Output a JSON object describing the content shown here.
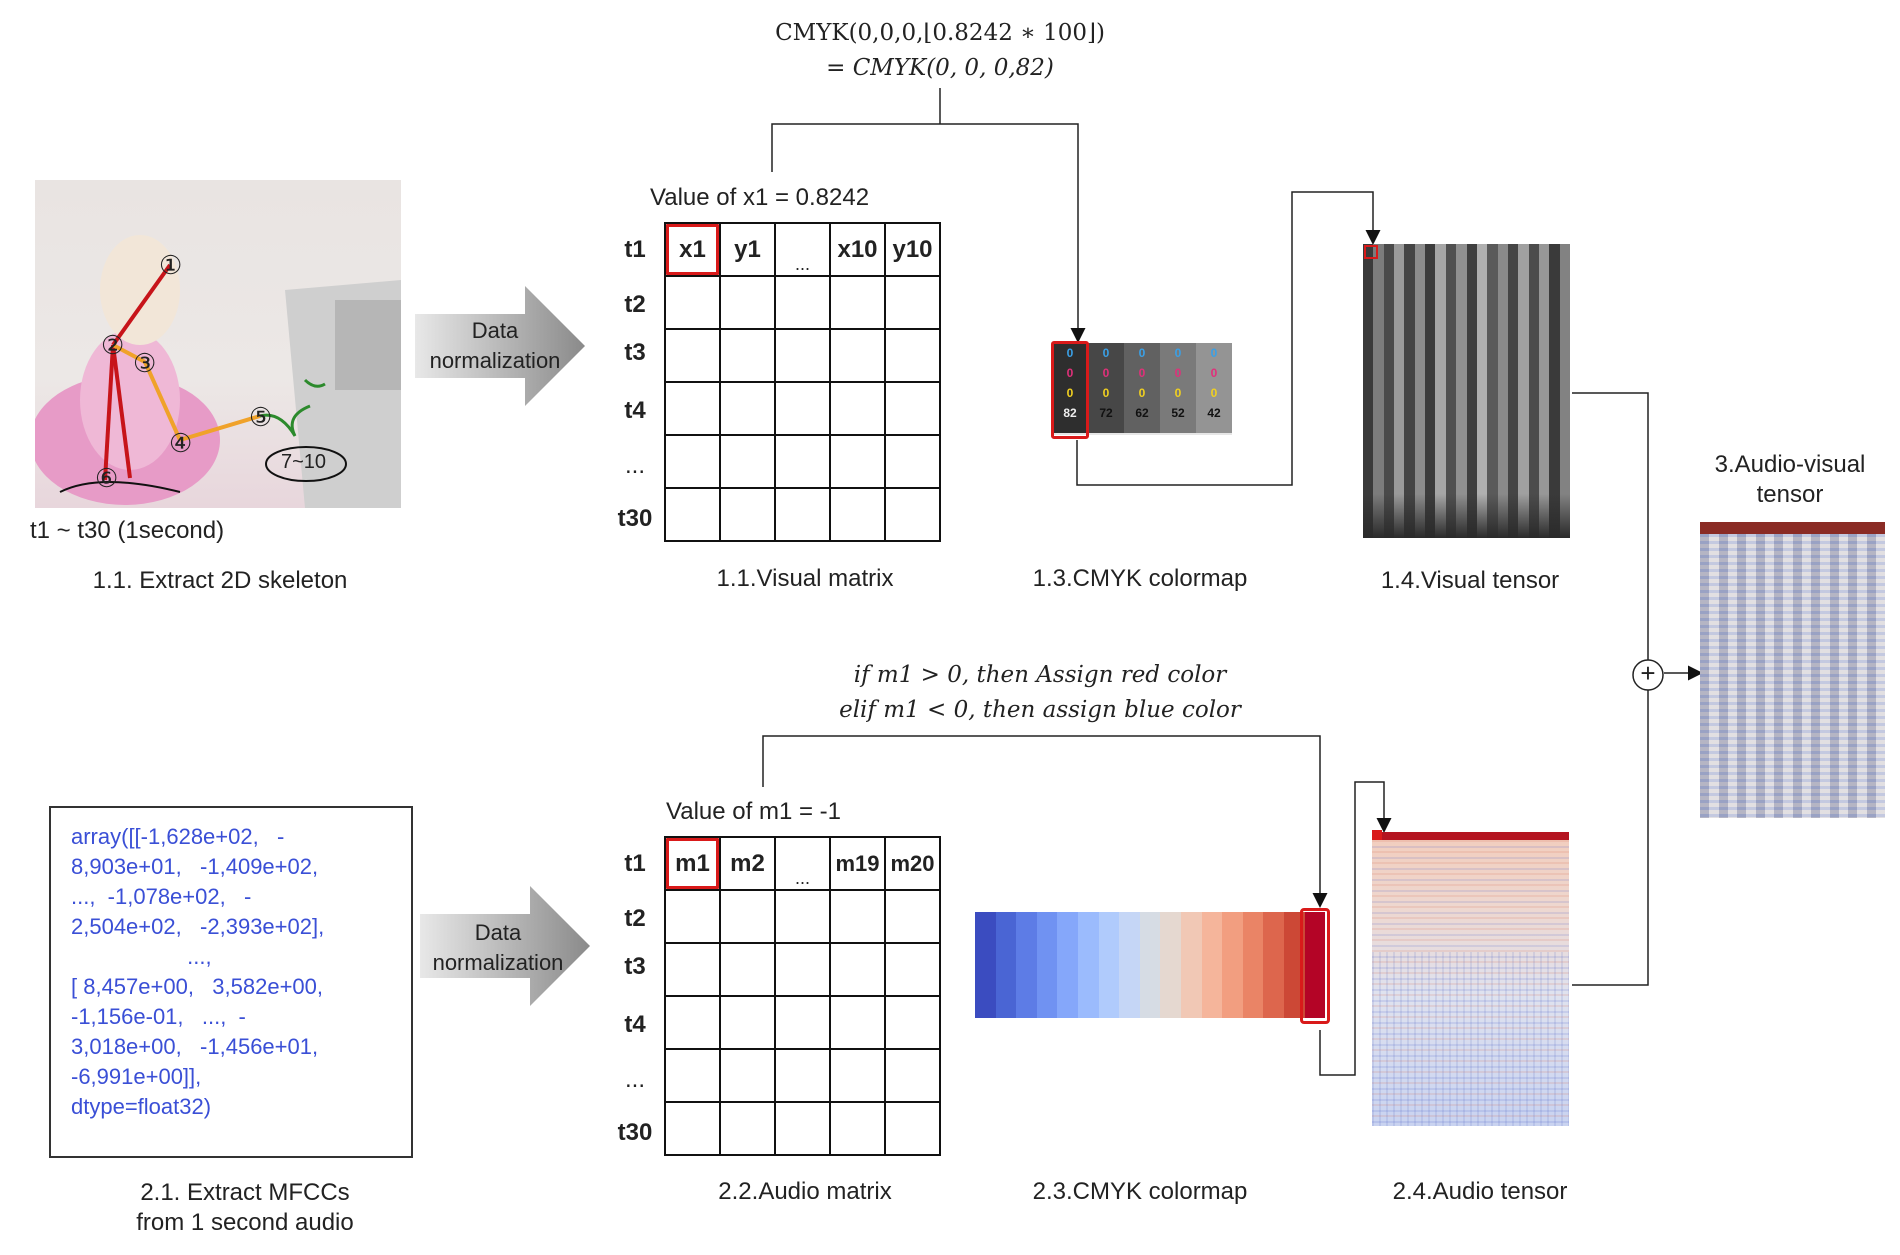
{
  "formula_top": {
    "line1": "CMYK(0,0,0,⌊0.8242 ∗ 100⌋)",
    "line2": "= CMYK(0, 0, 0,82)"
  },
  "formula_bottom": {
    "line1": "if m1 > 0, then Assign red color",
    "line2": "elif m1 < 0, then assign blue color"
  },
  "skeleton": {
    "caption": "1.1. Extract 2D skeleton",
    "time_label": "t1 ~ t30 (1second)",
    "joints": [
      "①",
      "②",
      "③",
      "④",
      "⑤",
      "⑥"
    ],
    "joint_range": "7~10"
  },
  "arrows": {
    "top_text_l1": "Data",
    "top_text_l2": "normalization",
    "bottom_text_l1": "Data",
    "bottom_text_l2": "normalization"
  },
  "visual_matrix": {
    "value_label": "Value of x1 = 0.8242",
    "caption": "1.1.Visual matrix",
    "rows": [
      "t1",
      "t2",
      "t3",
      "t4",
      "...",
      "t30"
    ],
    "headers": [
      "x1",
      "y1",
      "...",
      "x10",
      "y10"
    ]
  },
  "cmyk_top": {
    "caption": "1.3.CMYK  colormap",
    "swatches": [
      {
        "c": "0",
        "m": "0",
        "y": "0",
        "k": "82",
        "color": "#2e2e2e"
      },
      {
        "c": "0",
        "m": "0",
        "y": "0",
        "k": "72",
        "color": "#474747"
      },
      {
        "c": "0",
        "m": "0",
        "y": "0",
        "k": "62",
        "color": "#616161"
      },
      {
        "c": "0",
        "m": "0",
        "y": "0",
        "k": "52",
        "color": "#7a7a7a"
      },
      {
        "c": "0",
        "m": "0",
        "y": "0",
        "k": "42",
        "color": "#949494"
      }
    ]
  },
  "visual_tensor": {
    "caption": "1.4.Visual tensor"
  },
  "av_tensor": {
    "caption_l1": "3.Audio-visual",
    "caption_l2": "tensor",
    "plus": "+"
  },
  "mfcc": {
    "caption_l1": "2.1. Extract MFCCs",
    "caption_l2": "from 1 second audio",
    "text_lines": [
      "array([[-1,628e+02,   -",
      "8,903e+01,   -1,409e+02,",
      "...,  -1,078e+02,   -",
      "2,504e+02,   -2,393e+02],",
      "                   ...,",
      "[ 8,457e+00,   3,582e+00,",
      "-1,156e-01,   ...,  -",
      "3,018e+00,   -1,456e+01,",
      "-6,991e+00]],",
      "dtype=float32)"
    ]
  },
  "audio_matrix": {
    "value_label": "Value of m1 = -1",
    "caption": "2.2.Audio matrix",
    "rows": [
      "t1",
      "t2",
      "t3",
      "t4",
      "...",
      "t30"
    ],
    "headers": [
      "m1",
      "m2",
      "...",
      "m19",
      "m20"
    ]
  },
  "cmyk_bottom": {
    "caption": "2.3.CMYK  colormap",
    "colors": [
      "#3b4cc0",
      "#4a65d4",
      "#5d7ce6",
      "#7092f2",
      "#85a7fa",
      "#9bbbfd",
      "#b0cbfc",
      "#c5d6f6",
      "#d6dce4",
      "#e5d8d0",
      "#f1c8b5",
      "#f5b59b",
      "#f29e80",
      "#ea8466",
      "#dd664d",
      "#cc4836",
      "#b40426"
    ]
  },
  "audio_tensor": {
    "caption": "2.4.Audio tensor"
  },
  "colors": {
    "accent_red": "#d91a1a",
    "mfcc_blue": "#3a4fd6"
  }
}
